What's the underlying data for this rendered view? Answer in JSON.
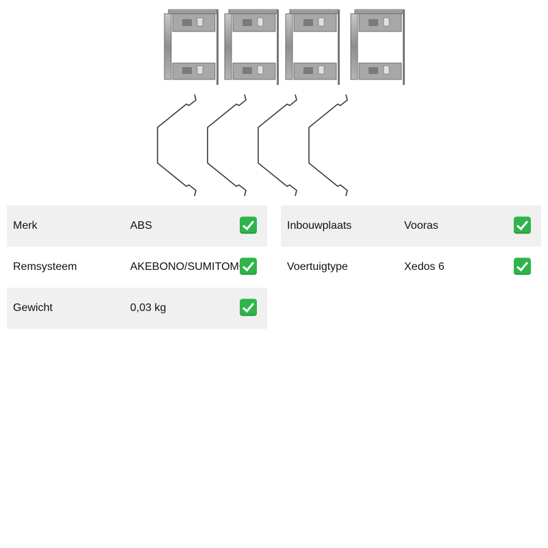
{
  "specs_left": [
    {
      "label": "Merk",
      "value": "ABS",
      "icon": "check-icon"
    },
    {
      "label": "Remsysteem",
      "value": "AKEBONO/SUMITOMO",
      "icon": "check-icon"
    },
    {
      "label": "Gewicht",
      "value": "0,03 kg",
      "icon": "check-icon"
    }
  ],
  "specs_right": [
    {
      "label": "Inbouwplaats",
      "value": "Vooras",
      "icon": "check-icon"
    },
    {
      "label": "Voertuigtype",
      "value": "Xedos 6",
      "icon": "check-icon"
    }
  ],
  "colors": {
    "row_shade": "#f0f0f0",
    "check": "#2fb44a"
  }
}
